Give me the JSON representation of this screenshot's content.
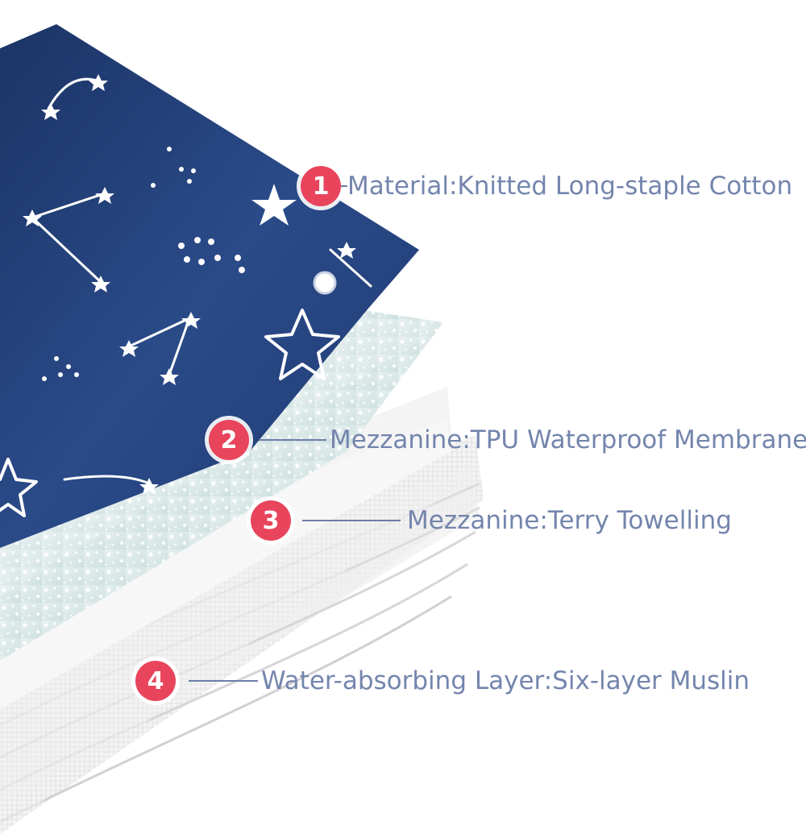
{
  "callouts": [
    {
      "number": "1",
      "text": "Material:Knitted Long-staple Cotton"
    },
    {
      "number": "2",
      "text": "Mezzanine:TPU Waterproof Membrane"
    },
    {
      "number": "3",
      "text": "Mezzanine:Terry Towelling"
    },
    {
      "number": "4",
      "text": "Water-absorbing Layer:Six-layer Muslin"
    }
  ],
  "colors": {
    "badge": "#e8455c",
    "label_text": "#7485ad",
    "leader_line": "#6c7ea6",
    "cotton_layer": "#24407a",
    "waterproof_layer": "#dfeaea",
    "muslin_layer": "#f2f2f2"
  }
}
